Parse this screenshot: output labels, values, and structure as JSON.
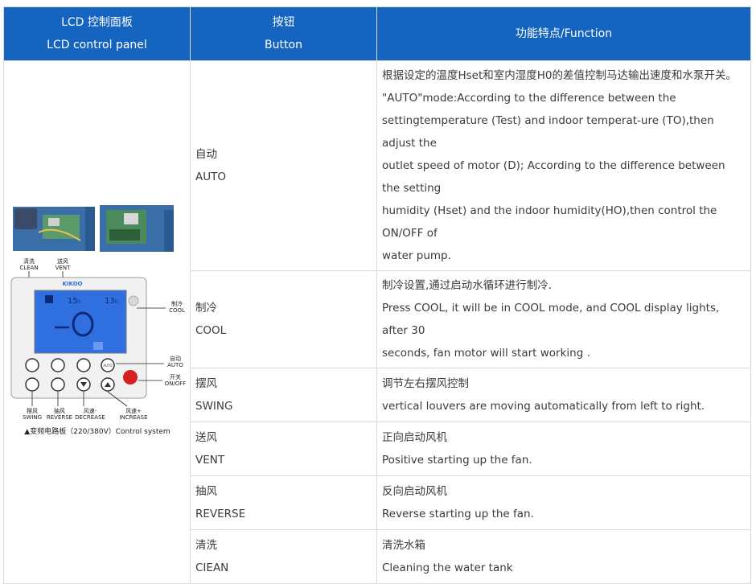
{
  "header": {
    "col1_line1": "LCD 控制面板",
    "col1_line2": "LCD control panel",
    "col2_line1": "按钮",
    "col2_line2": "Button",
    "col3": "功能特点/Function"
  },
  "rows": [
    {
      "btn_cn": "自动",
      "btn_en": "AUTO",
      "func": [
        "根据设定的温度Hset和室内湿度H0的差值控制马达输出速度和水泵开关。",
        "\"AUTO\"mode:According to the difference between the",
        "settingtemperature (Test) and indoor temperat-ure (TO),then adjust the",
        "outlet speed of motor (D); According to the difference between the setting",
        "humidity (Hset) and the indoor humidity(HO),then control the ON/OFF of",
        "water pump."
      ]
    },
    {
      "btn_cn": "制冷",
      "btn_en": "COOL",
      "func": [
        "制冷设置,通过启动水循环进行制冷.",
        "Press COOL, it will be in COOL mode, and COOL display lights, after 30",
        "seconds, fan motor will start working ."
      ]
    },
    {
      "btn_cn": "摆风",
      "btn_en": "SWING",
      "func": [
        "调节左右摆风控制",
        "vertical louvers are moving automatically from left to right."
      ]
    },
    {
      "btn_cn": "送风",
      "btn_en": "VENT",
      "func": [
        "正向启动风机",
        "Positive starting up the fan."
      ]
    },
    {
      "btn_cn": "抽风",
      "btn_en": "REVERSE",
      "func": [
        "反向启动风机",
        "Reverse starting up the fan."
      ]
    },
    {
      "btn_cn": "清洗",
      "btn_en": "CIEAN",
      "func": [
        "清洗水箱",
        "Cleaning the water tank"
      ]
    }
  ],
  "panel": {
    "brand": "KIKOO",
    "lcd_temp": "15",
    "lcd_temp_unit": "h",
    "lcd_num": "13",
    "lcd_num_unit": "h",
    "label_clean_cn": "清洗",
    "label_clean_en": "CLEAN",
    "label_vent_cn": "送风",
    "label_vent_en": "VENT",
    "label_cool_cn": "制冷",
    "label_cool_en": "COOL",
    "label_auto_cn": "自动",
    "label_auto_en": "AUTO",
    "label_onoff_cn": "开关",
    "label_onoff_en": "ON/OFF",
    "label_swing_cn": "摆风",
    "label_swing_en": "SWING",
    "label_reverse_cn": "抽风",
    "label_reverse_en": "REVERSE",
    "label_decrease_cn": "风速-",
    "label_decrease_en": "DECREASE",
    "label_increase_cn": "风速+",
    "label_increase_en": "INCREASE",
    "btn_auto_text": "AUTO",
    "caption": "▲变频电路板（220/380V）Control system",
    "colors": {
      "header_bg": "#1565c0",
      "lcd_blue": "#2f6fe0",
      "power_red": "#d42020"
    }
  }
}
